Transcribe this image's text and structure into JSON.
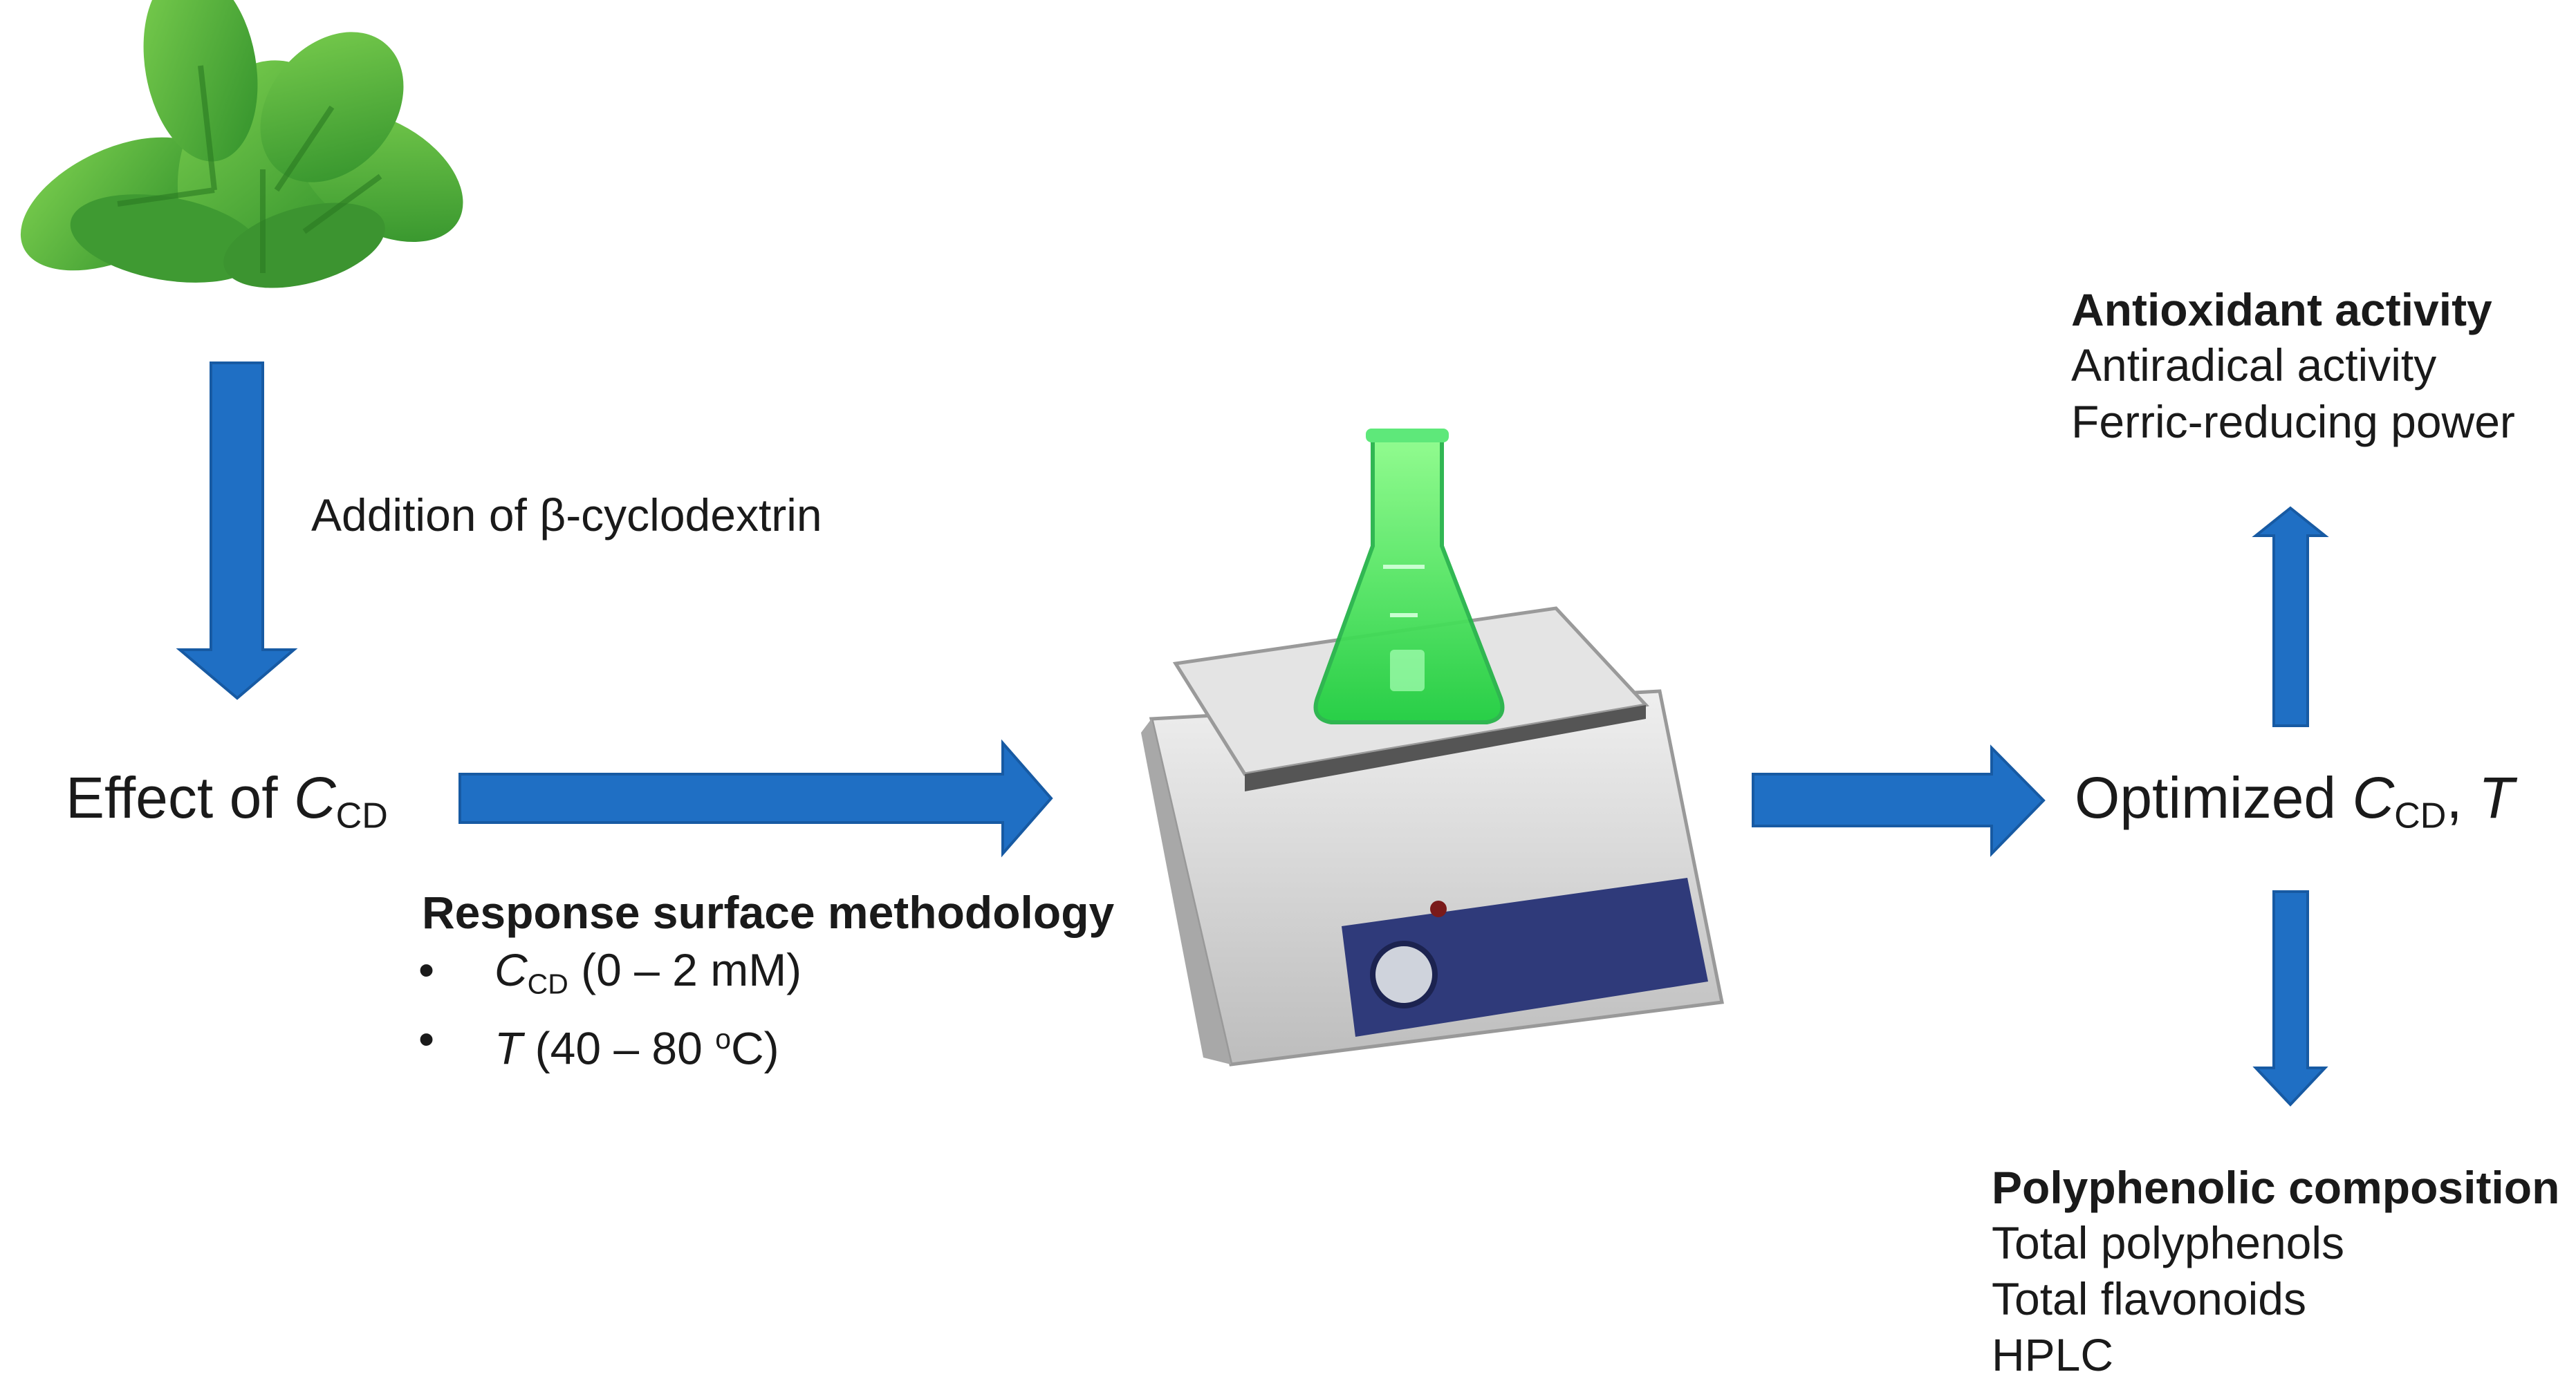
{
  "left": {
    "arrow_label": "Addition of β-cyclodextrin",
    "effect_prefix": "Effect of ",
    "effect_var": "C",
    "effect_sub": "CD"
  },
  "rsm": {
    "title": "Response surface methodology",
    "bullet": "•",
    "items": [
      {
        "var": "C",
        "sub": "CD",
        "rest": " (0 – 2 mM)"
      },
      {
        "var": "T",
        "rest_a": " (40 – 80 ",
        "sup": "o",
        "rest_b": "C)"
      }
    ]
  },
  "optimized": {
    "prefix": "Optimized ",
    "var1": "C",
    "sub1": "CD",
    "sep": ", ",
    "var2": "T"
  },
  "antioxidant": {
    "title": "Antioxidant activity",
    "items": [
      "Antiradical activity",
      "Ferric-reducing power"
    ]
  },
  "polyphenolic": {
    "title": "Polyphenolic composition",
    "items": [
      "Total polyphenols",
      "Total flavonoids",
      "HPLC"
    ]
  },
  "colors": {
    "arrow": "#1f6fc4",
    "arrow_edge": "#175aa3",
    "leaf": "#4caf3a",
    "liquid": "#3ee05a",
    "plate_body": "#d9d9d9",
    "panel": "#2f3a7a"
  }
}
